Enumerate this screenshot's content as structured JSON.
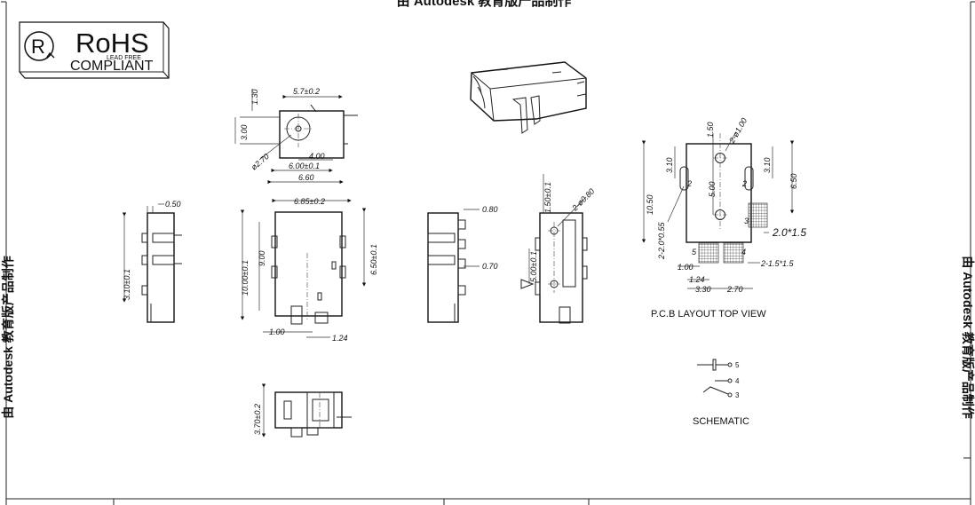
{
  "watermark": {
    "top": "由 Autodesk 教育版产品制作",
    "left": "由 Autodesk 教育版产品制作",
    "right": "由 Autodesk 教育版产品制作"
  },
  "badge": {
    "rohs": "RoHS",
    "lead_free": "LEAD FREE",
    "compliant": "COMPLIANT"
  },
  "top_view_dims": {
    "d1": "1.30",
    "d2": "5.7±0.2",
    "d3": "3.00",
    "d4": "4.00",
    "d5": "ø2.70",
    "d6": "6.00±0.1",
    "d7": "6.60"
  },
  "side_view_dims": {
    "left_050": "0.50",
    "left_310": "3.10±0.1",
    "front_685": "6.85±0.2",
    "front_1000": "10.00±0.1",
    "front_900": "9.00",
    "front_650": "6.50±0.1",
    "front_100": "1.00",
    "front_124": "1.24",
    "right_080": "0.80",
    "right_070": "0.70",
    "back_150": "1.50±0.1",
    "back_holes": "2-ø0.80",
    "back_500": "5.00±0.1"
  },
  "bottom_view_dims": {
    "height": "3.70±0.2"
  },
  "pcb_layout": {
    "title": "P.C.B LAYOUT TOP VIEW",
    "d_310_left": "3.10",
    "d_310_right": "3.10",
    "d_150": "1.50",
    "d_holes": "2-ø1.00",
    "d_1050": "10.50",
    "d_500": "5.00",
    "d_650": "6.50",
    "d_slot1": "2-2.0*0.55",
    "d_slot2": "2.0*1.5",
    "d_pads": "2-1.5*1.5",
    "d_100": "1.00",
    "d_124": "1.24",
    "d_330": "3.30",
    "d_270": "2.70",
    "pin2_left": "2",
    "pin2_right": "2",
    "pin3": "3",
    "pin4": "4",
    "pin5": "5"
  },
  "schematic": {
    "title": "SCHEMATIC",
    "pin5": "5",
    "pin4": "4",
    "pin3": "3"
  }
}
